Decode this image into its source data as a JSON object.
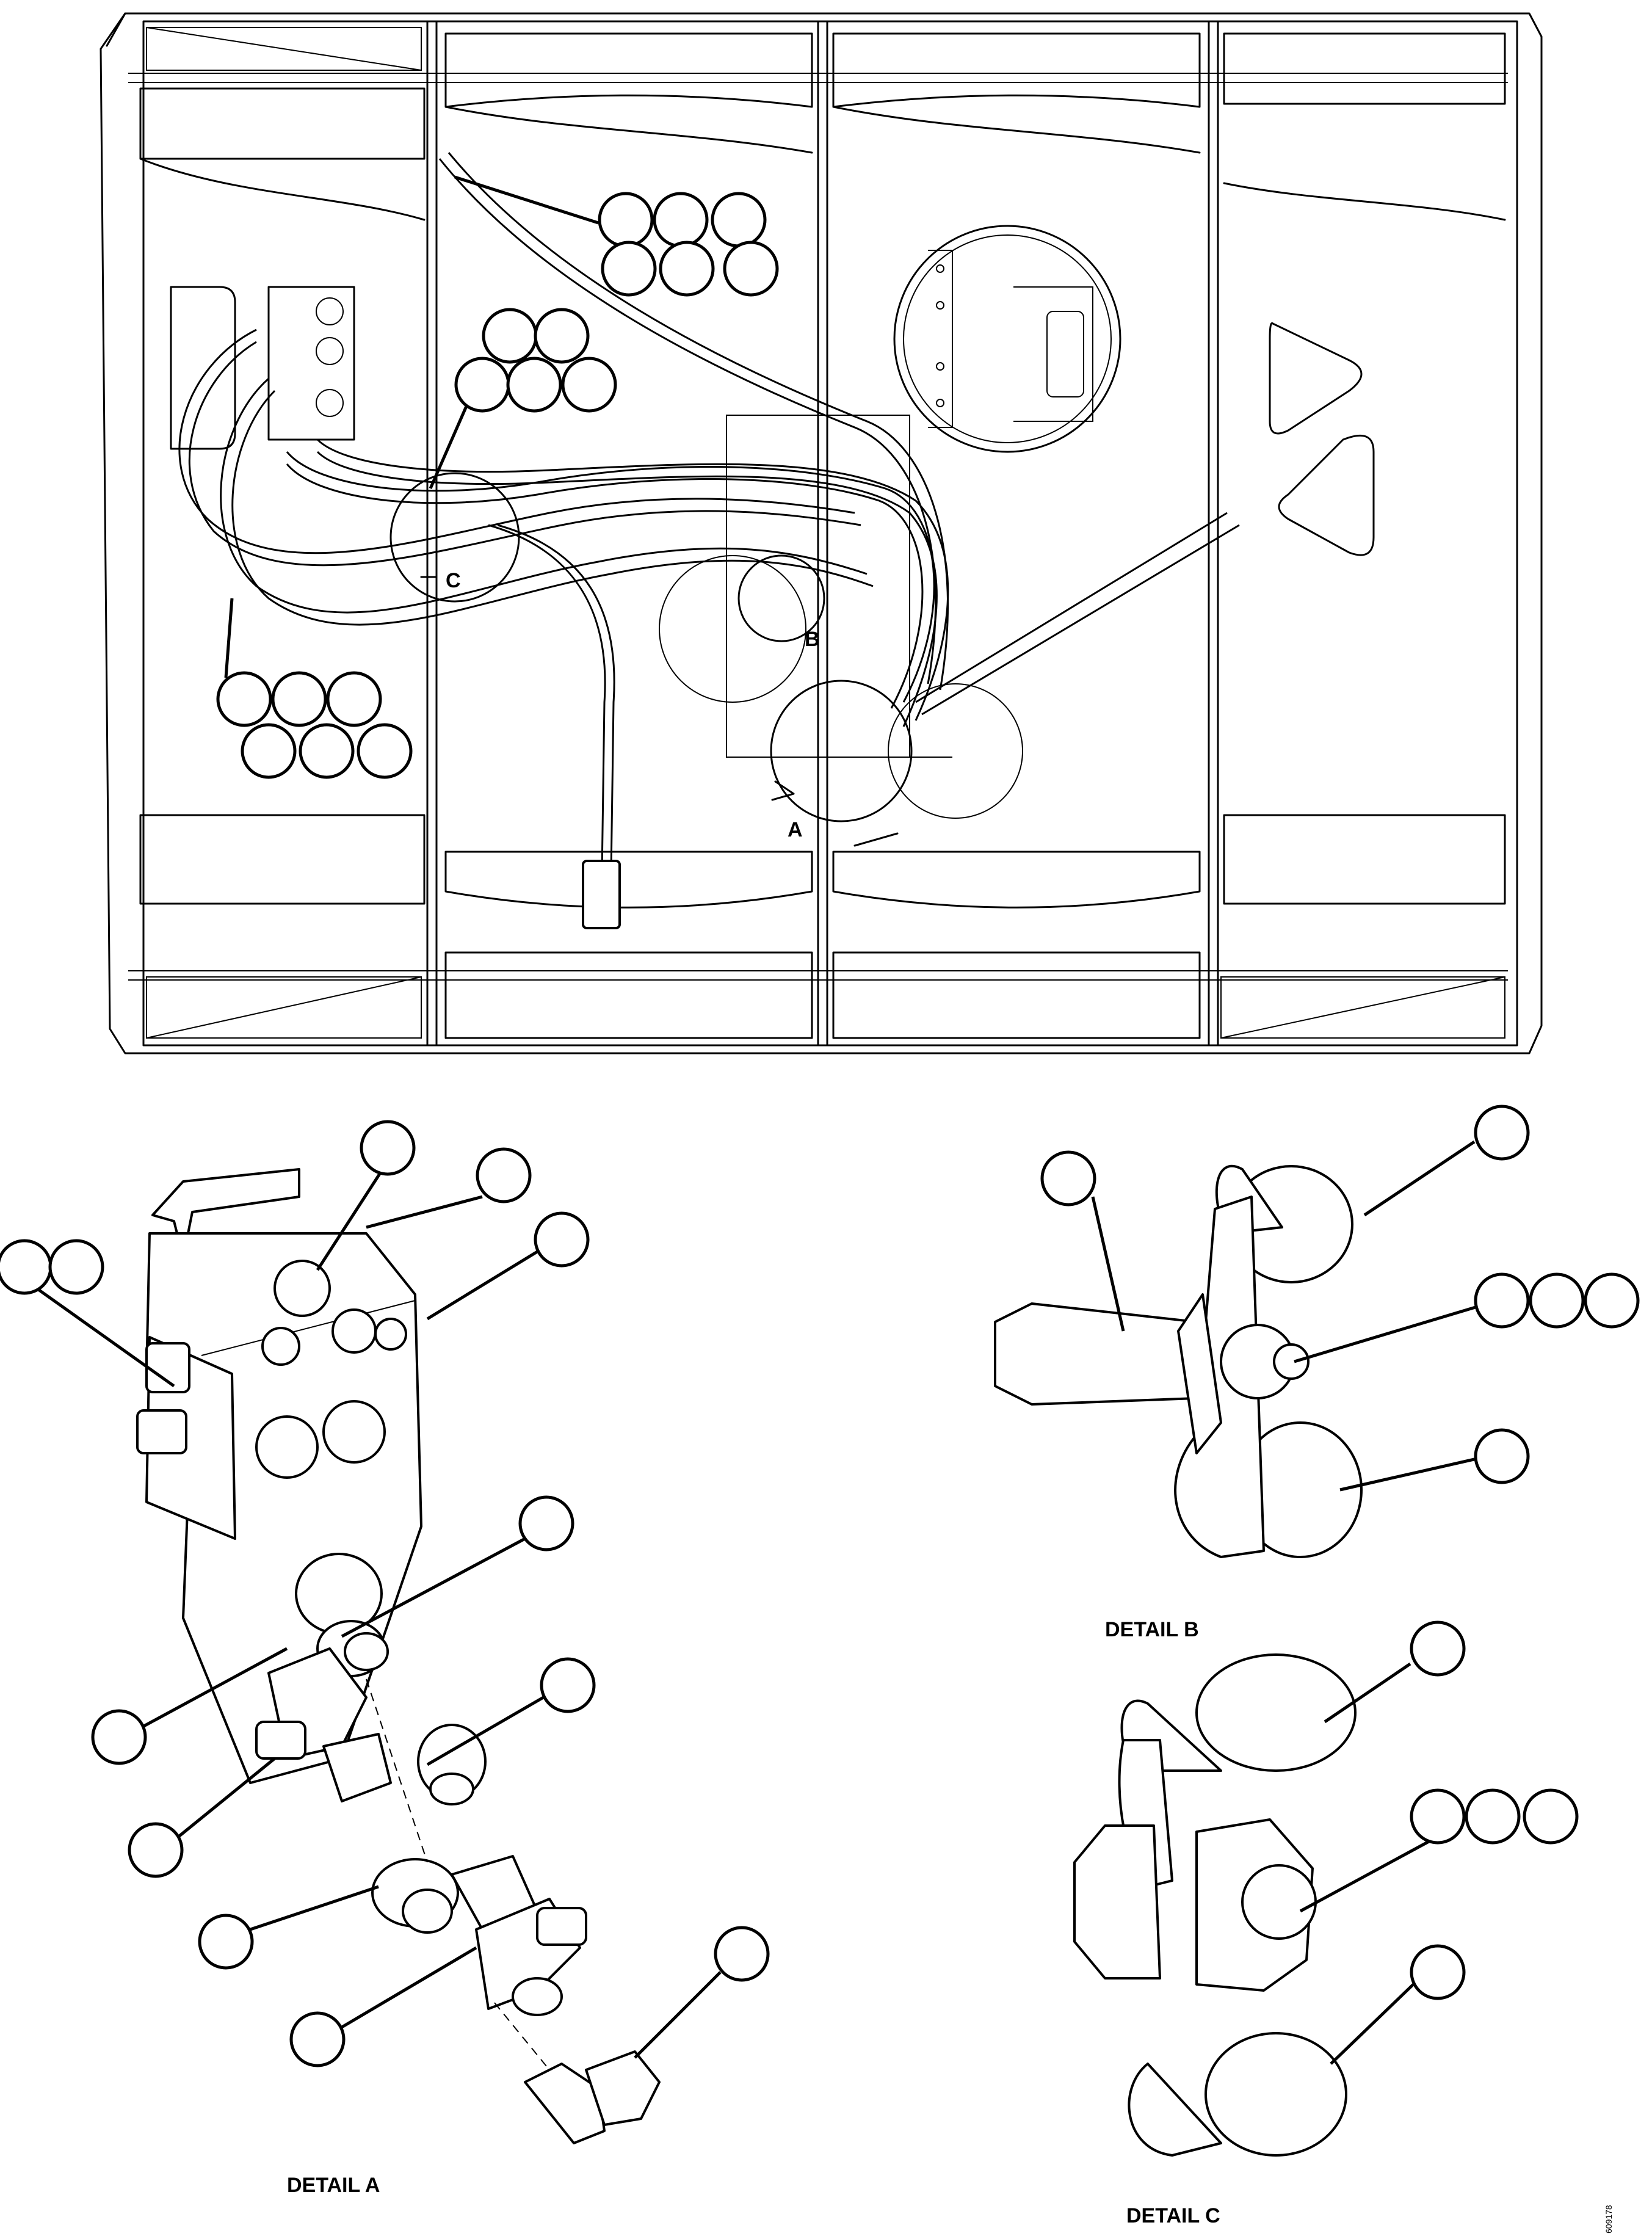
{
  "captions": {
    "detail_a": "DETAIL A",
    "detail_b": "DETAIL B",
    "detail_c": "DETAIL C"
  },
  "detail_callouts": {
    "a": "A",
    "b": "B",
    "c": "C"
  },
  "document_number": "609178",
  "item_balloons_note": "balloons contain no printed numbers"
}
